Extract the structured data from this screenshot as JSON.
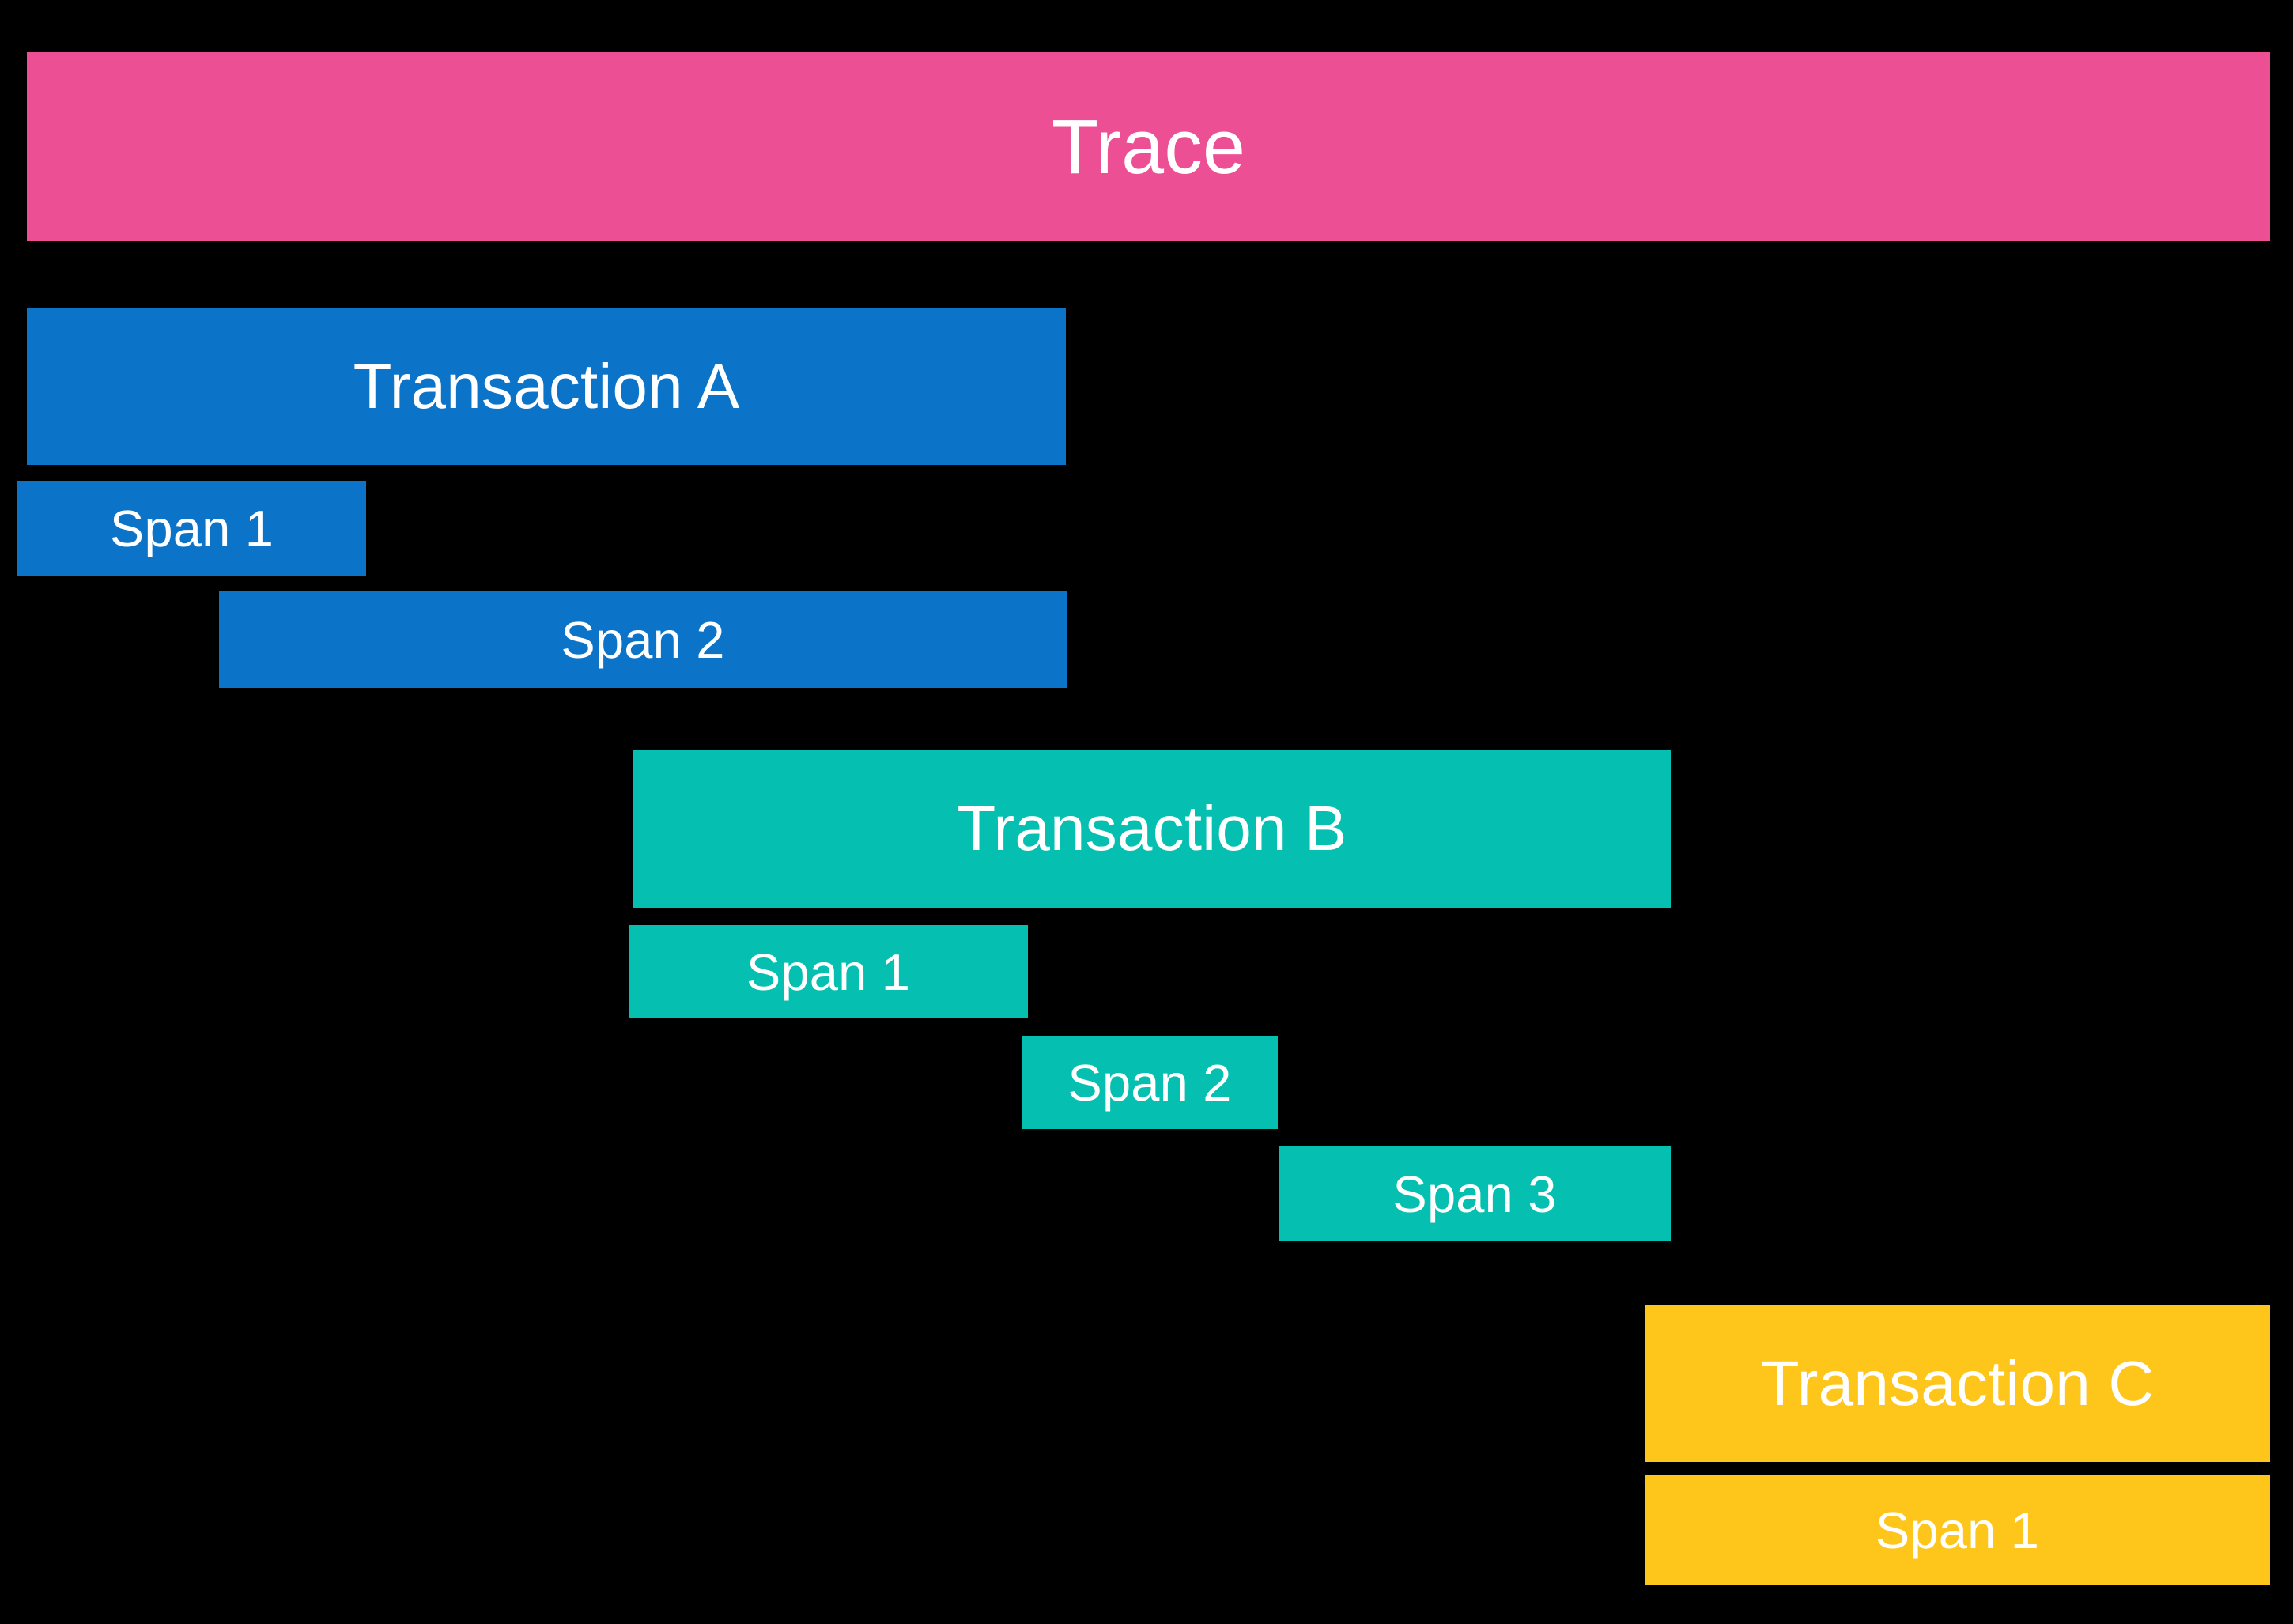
{
  "diagram": {
    "title": "Trace",
    "background_color": "#000000",
    "text_color": "#ffffff"
  },
  "colors": {
    "trace_pink": "#ED4F95",
    "transaction_a_blue": "#0B74C8",
    "transaction_b_teal": "#05C0B0",
    "transaction_c_yellow": "#FEC61A"
  },
  "bars": {
    "trace": {
      "label": "Trace",
      "color": "#ED4F95"
    },
    "transaction_a": {
      "label": "Transaction A",
      "color": "#0B74C8",
      "spans": [
        {
          "label": "Span 1",
          "color": "#0B74C8"
        },
        {
          "label": "Span 2",
          "color": "#0B74C8"
        }
      ]
    },
    "transaction_b": {
      "label": "Transaction B",
      "color": "#05C0B0",
      "spans": [
        {
          "label": "Span 1",
          "color": "#05C0B0"
        },
        {
          "label": "Span 2",
          "color": "#05C0B0"
        },
        {
          "label": "Span 3",
          "color": "#05C0B0"
        }
      ]
    },
    "transaction_c": {
      "label": "Transaction C",
      "color": "#FEC61A",
      "spans": [
        {
          "label": "Span 1",
          "color": "#FEC61A"
        }
      ]
    }
  }
}
